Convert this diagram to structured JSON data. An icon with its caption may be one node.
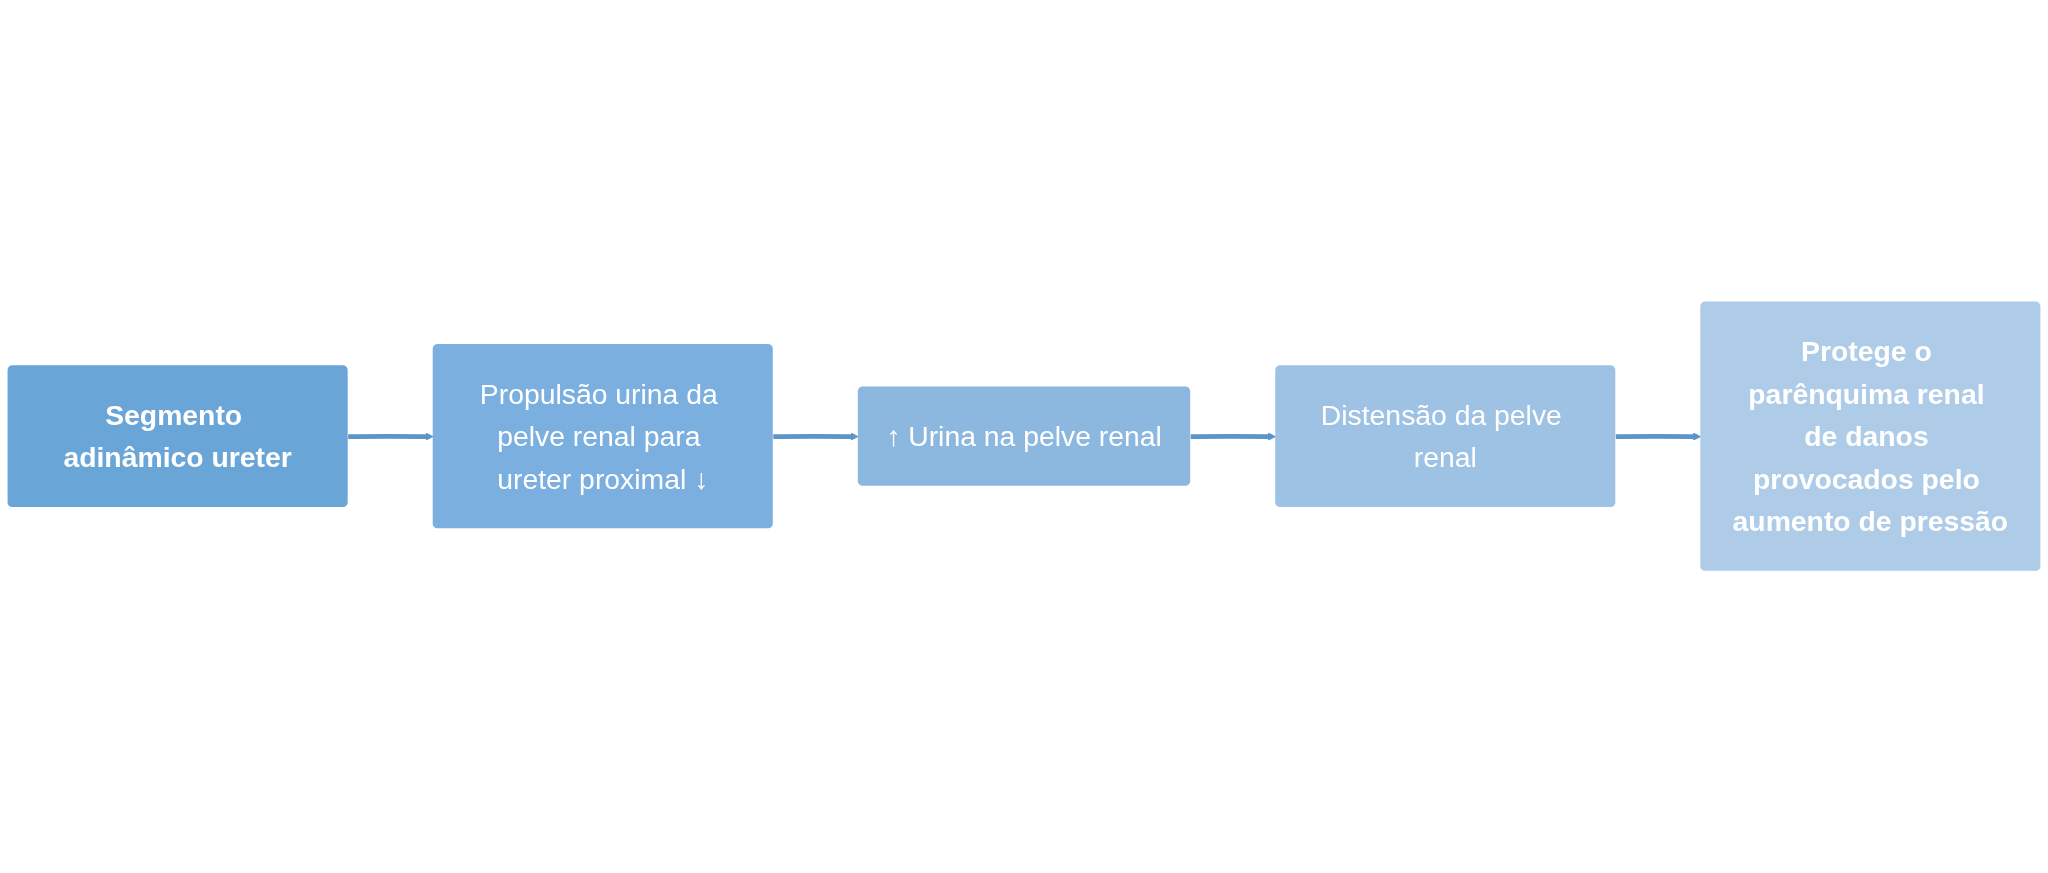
{
  "diagram": {
    "nodes": [
      {
        "text": [
          "Segmento adinâmico ureter"
        ]
      },
      {
        "text": [
          "Propulsão urina da pelve renal para ureter proximal ↓"
        ]
      },
      {
        "text": [
          "↑ Urina na pelve renal"
        ]
      },
      {
        "text": [
          "Distensão da pelve renal"
        ]
      },
      {
        "text": [
          "Protege o parênquima renal de danos provocados pelo aumento de pressão"
        ]
      }
    ],
    "edges": [
      {
        "from": 0,
        "to": 1,
        "arrow": "to"
      },
      {
        "from": 1,
        "to": 2,
        "arrow": "to"
      },
      {
        "from": 2,
        "to": 3,
        "arrow": "to"
      },
      {
        "from": 3,
        "to": 4,
        "arrow": "to"
      }
    ]
  }
}
